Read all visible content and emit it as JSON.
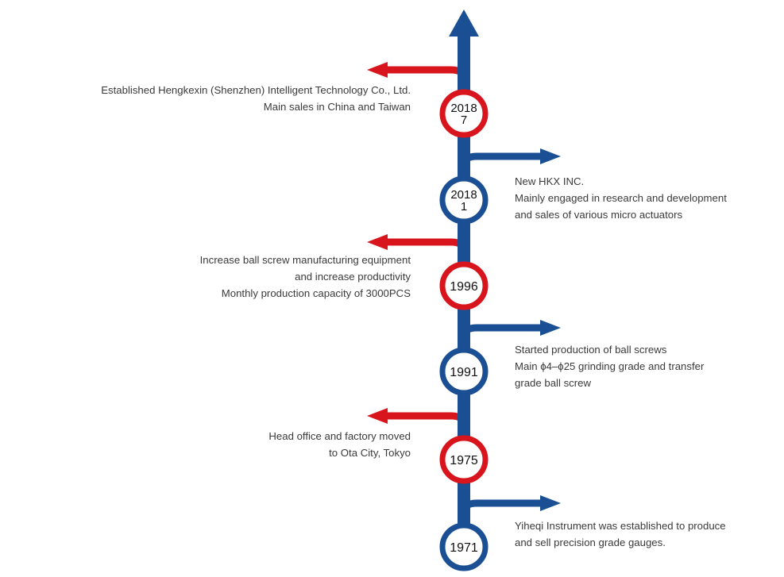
{
  "colors": {
    "spine": "#1a4f93",
    "red": "#d8141c",
    "blue": "#1a4f93",
    "text": "#3a3a3a",
    "node_fill": "#ffffff"
  },
  "events": [
    {
      "id": "2018-7",
      "label_lines": [
        "2018",
        "7"
      ],
      "side": "left",
      "color": "red",
      "lines": [
        "Established Hengkexin (Shenzhen) Intelligent Technology Co., Ltd.",
        "Main sales in China and Taiwan"
      ]
    },
    {
      "id": "2018-1",
      "label_lines": [
        "2018",
        "1"
      ],
      "side": "right",
      "color": "blue",
      "lines": [
        "New HKX INC.",
        "Mainly engaged in research and development",
        "and sales of various micro actuators"
      ]
    },
    {
      "id": "1996",
      "label_lines": [
        "1996"
      ],
      "side": "left",
      "color": "red",
      "lines": [
        "Increase ball screw manufacturing equipment",
        "and increase productivity",
        "Monthly production capacity of 3000PCS"
      ]
    },
    {
      "id": "1991",
      "label_lines": [
        "1991"
      ],
      "side": "right",
      "color": "blue",
      "lines": [
        "Started production of ball screws",
        "Main ϕ4–ϕ25 grinding grade and transfer",
        "grade ball screw"
      ]
    },
    {
      "id": "1975",
      "label_lines": [
        "1975"
      ],
      "side": "left",
      "color": "red",
      "lines": [
        "Head office and factory moved",
        "to Ota City, Tokyo"
      ]
    },
    {
      "id": "1971",
      "label_lines": [
        "1971"
      ],
      "side": "right",
      "color": "blue",
      "lines": [
        "Yiheqi Instrument was established to produce",
        "and sell precision grade gauges."
      ]
    }
  ]
}
